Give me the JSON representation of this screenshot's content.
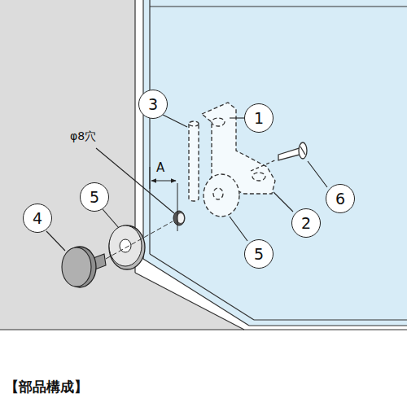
{
  "diagram": {
    "nodes": [
      {
        "text": [
          "3"
        ]
      },
      {
        "text": [
          "1"
        ]
      },
      {
        "text": [
          "5"
        ]
      },
      {
        "text": [
          "6"
        ]
      },
      {
        "text": [
          "4"
        ]
      },
      {
        "text": [
          "2"
        ]
      },
      {
        "text": [
          "5"
        ]
      }
    ],
    "labels": [
      "φ8穴",
      "A",
      "【部品構成】"
    ]
  }
}
